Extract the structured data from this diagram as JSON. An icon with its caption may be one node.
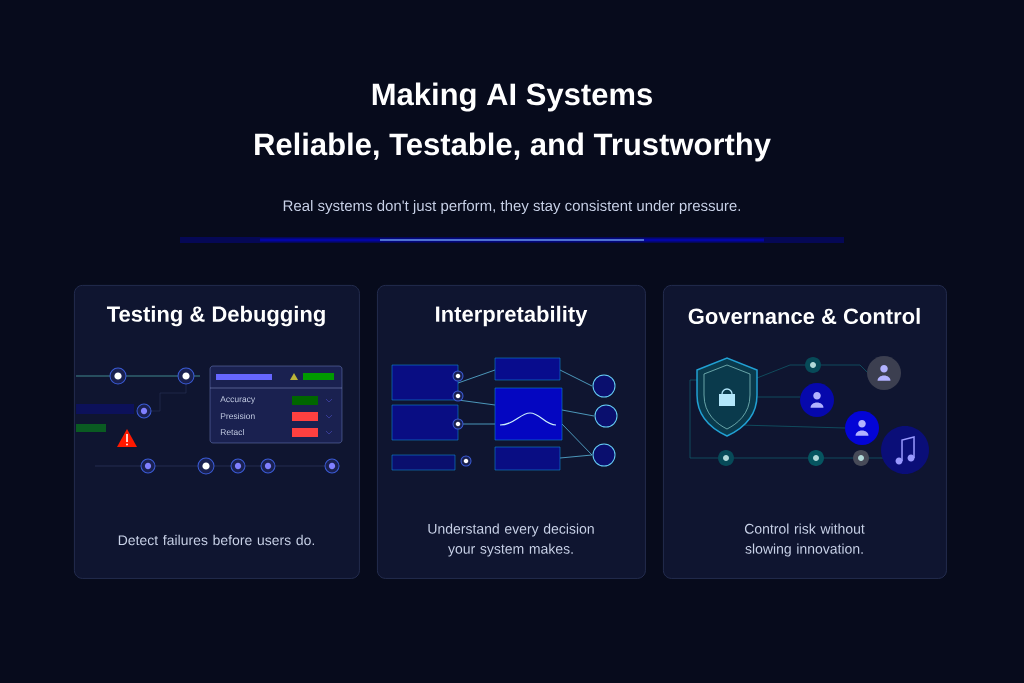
{
  "diagram": {
    "title": "Making AI Systems Reliable, Testable, and Trustworthy",
    "nodes": [
      {
        "text": [
          "Testing & Debugging",
          "Detect failures before users do."
        ]
      },
      {
        "text": [
          "Interpretability",
          "Understand every decision your system makes."
        ]
      },
      {
        "text": [
          "Governance & Control",
          "Control risk without slowing innovation."
        ]
      }
    ],
    "labels": [
      "Real systems don't just perform, they stay consistent under pressure.",
      "Accuracy",
      "Presision",
      "Retacl"
    ]
  }
}
